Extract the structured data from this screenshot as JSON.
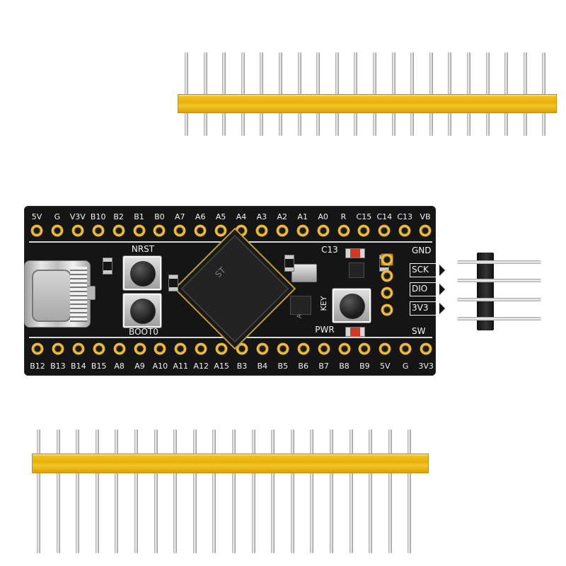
{
  "board": {
    "top_labels": [
      "5V",
      "G",
      "V3V",
      "B10",
      "B2",
      "B1",
      "B0",
      "A7",
      "A6",
      "A5",
      "A4",
      "A3",
      "A2",
      "A1",
      "A0",
      "R",
      "C15",
      "C14",
      "C13",
      "VB"
    ],
    "bottom_labels": [
      "B12",
      "B13",
      "B14",
      "B15",
      "A8",
      "A9",
      "A10",
      "A11",
      "A12",
      "A15",
      "B3",
      "B4",
      "B5",
      "B6",
      "B7",
      "B8",
      "B9",
      "5V",
      "G",
      "3V3"
    ],
    "right_labels": [
      "GND",
      "SCK",
      "DIO",
      "3V3",
      "SW"
    ],
    "silkscreen": {
      "nrst": "NRST",
      "boot0": "BOOT0",
      "c13": "C13",
      "key": "KEY",
      "pwr": "PWR",
      "ic_label": "A011L"
    }
  }
}
